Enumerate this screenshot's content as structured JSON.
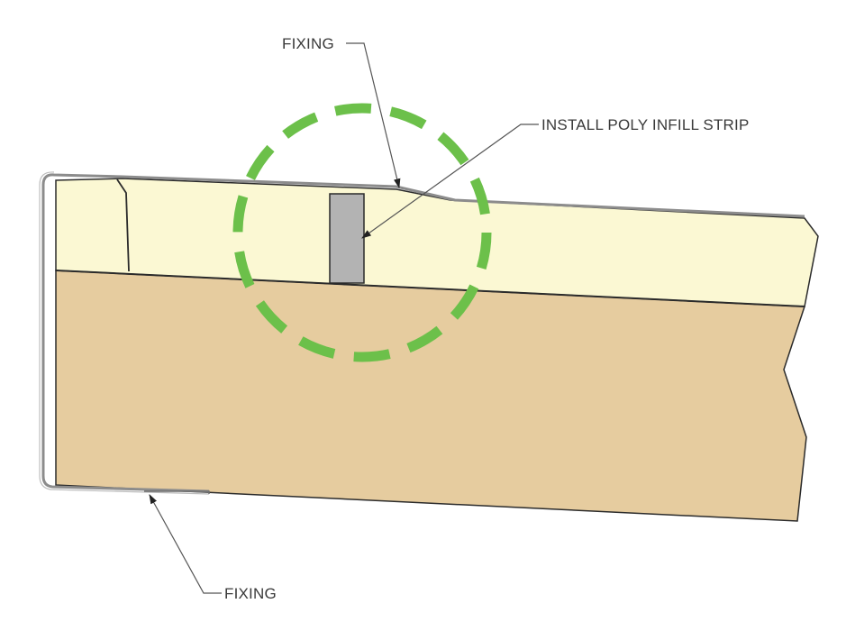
{
  "callouts": {
    "fixing_top": "FIXING",
    "infill_strip": "INSTALL POLY INFILL STRIP",
    "fixing_bottom": "FIXING"
  },
  "colors": {
    "background": "#ffffff",
    "insulation_layer": "#fbf8d3",
    "timber_layer": "#e6cc9f",
    "infill_strip": "#b3b3b3",
    "flashing_metal": "#8c8c8c",
    "highlight_circle": "#6cc04a",
    "outline": "#2b2b2b",
    "leader_line": "#555555"
  },
  "icons": {
    "highlight": "dashed-highlight-circle",
    "arrowhead": "leader-arrowhead"
  }
}
